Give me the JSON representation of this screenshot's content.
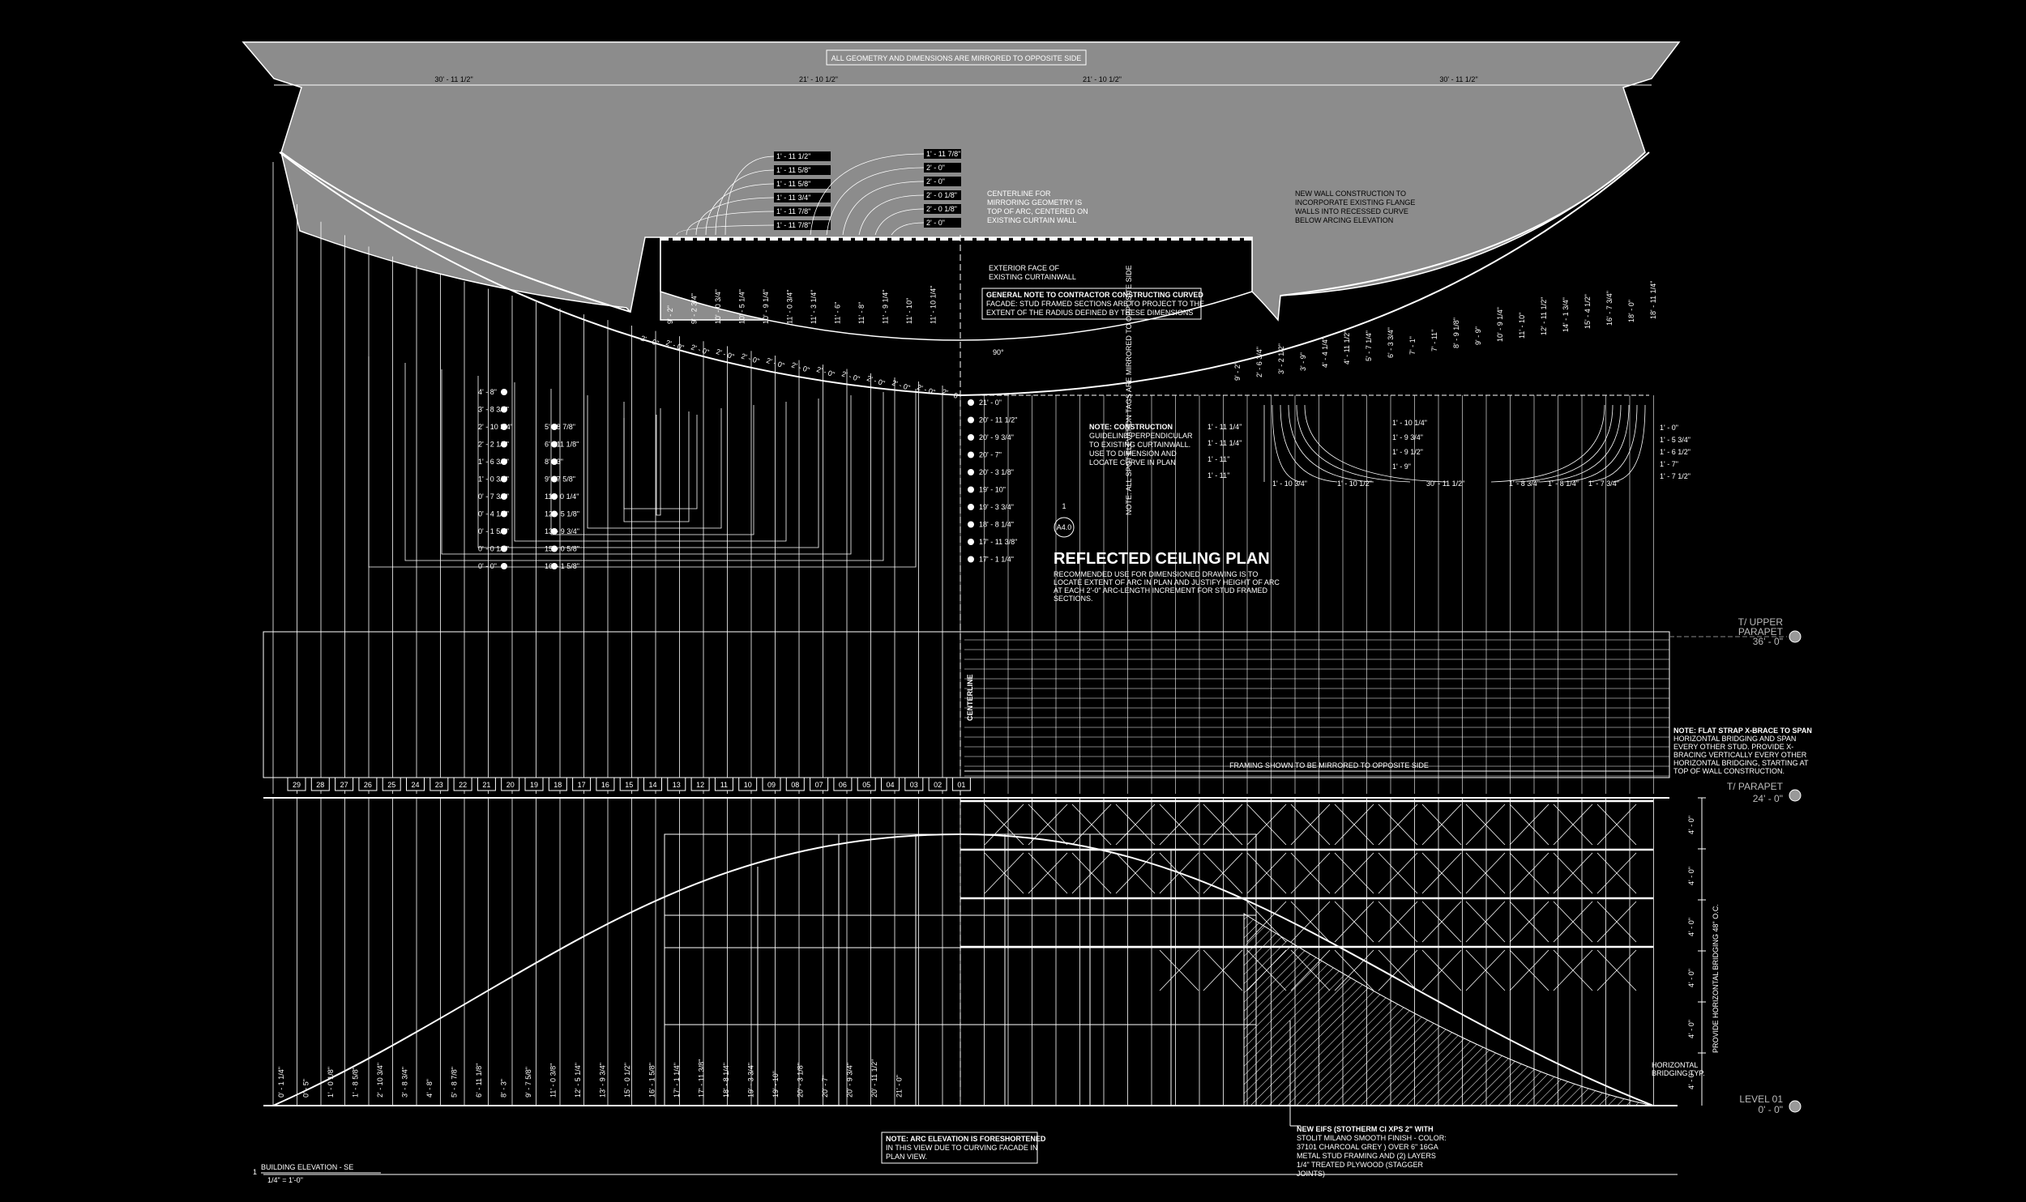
{
  "plan": {
    "mirror_note": "ALL GEOMETRY AND DIMENSIONS ARE MIRRORED TO OPPOSITE SIDE",
    "top_dims": [
      "30' - 11 1/2\"",
      "21' - 10 1/2\"",
      "21' - 10 1/2\"",
      "30' - 11 1/2\""
    ],
    "centerline_note": [
      "CENTERLINE FOR",
      "MIRRORING GEOMETRY IS",
      "TOP OF ARC, CENTERED ON",
      "EXISTING CURTAIN WALL"
    ],
    "new_wall_note": [
      "NEW WALL CONSTRUCTION TO",
      "INCORPORATE EXISTING FLANGE",
      "WALLS INTO RECESSED CURVE",
      "BELOW ARCING ELEVATION"
    ],
    "exterior_face_note": [
      "EXTERIOR FACE OF",
      "EXISTING CURTAINWALL"
    ],
    "general_note": [
      "GENERAL NOTE TO CONTRACTOR CONSTRUCTING CURVED",
      "FACADE: STUD FRAMED SECTIONS ARE TO PROJECT TO THE",
      "EXTENT OF THE RADIUS DEFINED BY THESE DIMENSIONS"
    ],
    "construction_note": [
      "NOTE: CONSTRUCTION",
      "GUIDELINE PERPENDICULAR",
      "TO EXISTING CURTAINWALL.",
      "USE TO DIMENSION AND",
      "LOCATE CURVE IN PLAN"
    ],
    "angle_label": "90°",
    "arc_left_labels": [
      "1' - 11 1/2\"",
      "1' - 11 5/8\"",
      "1' - 11 5/8\"",
      "1' - 11 3/4\"",
      "1' - 11 7/8\"",
      "1' - 11 7/8\""
    ],
    "arc_right_labels": [
      "1' - 11 7/8\"",
      "2' - 0\"",
      "2' - 0\"",
      "2' - 0 1/8\"",
      "2' - 0 1/8\"",
      "2' - 0\""
    ],
    "rad_dims": [
      "9' - 2\"",
      "9' - 2 3/4\"",
      "10' - 0 3/4\"",
      "10' - 5 1/4\"",
      "10' - 9 1/4\"",
      "11' - 0 3/4\"",
      "11' - 3 1/4\"",
      "11' - 6\"",
      "11' - 8\"",
      "11' - 9 1/4\"",
      "11' - 10\"",
      "11' - 10 1/4\""
    ],
    "right_rad_dims": [
      "9' - 2\"",
      "2' - 6 3/4\"",
      "3' - 2 1/2\"",
      "3' - 9\"",
      "4' - 4 1/4\"",
      "4' - 11 1/2\"",
      "5' - 7 1/4\"",
      "6' - 3 3/4\"",
      "7' - 1\"",
      "7' - 11\"",
      "8' - 9 1/8\"",
      "9' - 9\"",
      "10' - 9 1/4\"",
      "11' - 10\"",
      "12' - 11 1/2\"",
      "14' - 1 3/4\"",
      "15' - 4 1/2\"",
      "16' - 7 3/4\"",
      "18' - 0\"",
      "18' - 11 1/4\""
    ],
    "arc_two_ft": "2' - 0\"",
    "col_a": [
      "4' - 8\"",
      "3' - 8 3/4\"",
      "2' - 10 3/4\"",
      "2' - 2 1/2\"",
      "1' - 6 3/4\"",
      "1' - 0 3/4\"",
      "0' - 7 3/4\"",
      "0' - 4 1/8\"",
      "0' - 1 5/8\"",
      "0' - 0 1/4\"",
      "0' - 0\""
    ],
    "col_b": [
      "5' - 8 7/8\"",
      "6' - 11 1/8\"",
      "8' - 3\"",
      "9' - 7 5/8\"",
      "11' - 0 1/4\"",
      "12' - 5 1/8\"",
      "13' - 9 3/4\"",
      "15' - 0 5/8\"",
      "16' - 1 5/8\""
    ],
    "col_c": [
      "21' - 0\"",
      "20' - 11 1/2\"",
      "20' - 9 3/4\"",
      "20' - 7\"",
      "20' - 3 1/8\"",
      "19' - 10\"",
      "19' - 3 3/4\"",
      "18' - 8 1/4\"",
      "17' - 11 3/8\"",
      "17' - 1 1/4\""
    ],
    "spot_note": "NOTE: ALL SPOT ELEVATION TAGS ARE MIRRORED TO OPPOSITE SIDE",
    "right_arc_labels": [
      "1' - 11 1/4\"",
      "1' - 11 1/4\"",
      "1' - 11\"",
      "1' - 11\""
    ],
    "right_arc_labels2": [
      "1' - 10 1/4\"",
      "1' - 9 3/4\"",
      "1' - 9 1/2\"",
      "1' - 9\""
    ],
    "right_arc_labels3": [
      "1' - 0\"",
      "1' - 5 3/4\"",
      "1' - 6 1/2\"",
      "1' - 7\"",
      "1' - 7 1/2\""
    ],
    "right_bottom_labels": [
      "1' - 10 3/4\"",
      "1' - 10 1/2\"",
      "30' - 11 1/2\"",
      "1' - 8 3/4\"",
      "1' - 8 1/4\"",
      "1' - 7 3/4\""
    ],
    "section_tag": "A4.0",
    "section_num": "1",
    "title": "REFLECTED CEILING PLAN",
    "desc": [
      "RECOMMENDED USE FOR DIMENSIONED DRAWING IS TO",
      "LOCATE EXTENT OF ARC IN PLAN AND JUSTIFY HEIGHT OF ARC",
      "AT EACH 2'-0\" ARC-LENGTH INCREMENT FOR STUD FRAMED",
      "SECTIONS."
    ]
  },
  "elevation": {
    "centerline": "CENTERLINE",
    "framing_note": "FRAMING SHOWN TO BE MIRRORED TO OPPOSITE SIDE",
    "bay_numbers": [
      "29",
      "28",
      "27",
      "26",
      "25",
      "24",
      "23",
      "22",
      "21",
      "20",
      "19",
      "18",
      "17",
      "16",
      "15",
      "14",
      "13",
      "12",
      "11",
      "10",
      "09",
      "08",
      "07",
      "06",
      "05",
      "04",
      "03",
      "02",
      "01"
    ],
    "heights": [
      "0' - 1 1/4\"",
      "0' - 5\"",
      "1' - 0 1/8\"",
      "1' - 8 5/8\"",
      "2' - 10 3/4\"",
      "3' - 8 3/4\"",
      "4' - 8\"",
      "5' - 8 7/8\"",
      "6' - 11 1/8\"",
      "8' - 3\"",
      "9' - 7 5/8\"",
      "11' - 0 3/8\"",
      "12' - 5 1/4\"",
      "13' - 9 3/4\"",
      "15' - 0 1/2\"",
      "16' - 1 5/8\"",
      "17' - 1 1/4\"",
      "17' - 11 3/8\"",
      "18' - 8 1/4\"",
      "19' - 3 3/4\"",
      "19' - 10\"",
      "20' - 3 1/8\"",
      "20' - 7\"",
      "20' - 9 3/4\"",
      "20' - 11 1/2\"",
      "21' - 0\""
    ],
    "upper_parapet": [
      "T/ UPPER",
      "PARAPET",
      "36' - 0\""
    ],
    "parapet": [
      "T/ PARAPET",
      "24' - 0\""
    ],
    "level": [
      "LEVEL 01",
      "0' - 0\""
    ],
    "xbrace_note": [
      "NOTE: FLAT STRAP X-BRACE TO SPAN",
      "HORIZONTAL BRIDGING AND SPAN",
      "EVERY OTHER STUD. PROVIDE X-",
      "BRACING VERTICALLY EVERY OTHER",
      "HORIZONTAL BRIDGING, STARTING AT",
      "TOP OF WALL CONSTRUCTION."
    ],
    "bridging_vertical": "PROVIDE HORIZONTAL BRIDGING 48\" O.C.",
    "bridging_dim": "4' - 0\"",
    "horizontal_bridging": [
      "HORIZONTAL",
      "BRIDGING TYP."
    ],
    "eifs_note": [
      "NEW EIFS (STOTHERM CI XPS 2\" WITH",
      "STOLIT MILANO SMOOTH FINISH - COLOR:",
      "37101 CHARCOAL GREY ) OVER 6\" 16GA",
      "METAL STUD FRAMING AND (2) LAYERS",
      "1/4\" TREATED PLYWOOD (STAGGER",
      "JOINTS)"
    ],
    "arc_note": [
      "NOTE: ARC ELEVATION IS FORESHORTENED",
      "IN THIS VIEW DUE TO CURVING FACADE IN",
      "PLAN VIEW."
    ],
    "view_num": "1",
    "view_title": "BUILDING ELEVATION - SE",
    "view_scale": "1/4\" = 1'-0\""
  },
  "colors": {
    "background": "#000000",
    "line": "#ffffff",
    "fill_grey": "#8c8c8c",
    "tag_grey": "#999999"
  }
}
